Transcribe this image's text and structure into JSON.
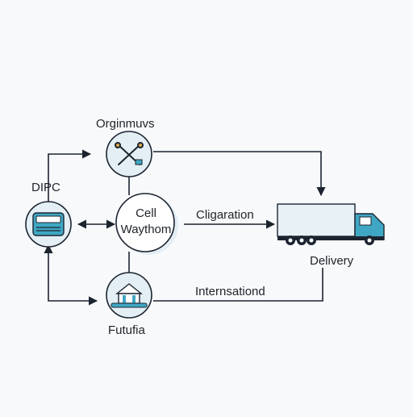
{
  "nodes": {
    "origin": {
      "label": "Orginmuvs",
      "icon": "tools-icon"
    },
    "dipc": {
      "label": "DIPC",
      "icon": "server-rack-icon"
    },
    "cell": {
      "line1": "Cell",
      "line2": "Waythom"
    },
    "futufia": {
      "label": "Futufia",
      "icon": "warehouse-icon"
    },
    "delivery": {
      "label": "Delivery",
      "icon": "truck-icon"
    }
  },
  "edges": {
    "cell_to_truck": "Cligaration",
    "futufia_to_delivery": "Internsationd"
  },
  "colors": {
    "line": "#1c2430",
    "node_fill": "#e3eff4",
    "node_stroke": "#1c2430",
    "accent": "#39a9c6",
    "truck_box": "#e8f1f6",
    "truck_cab": "#3fa7c3"
  }
}
